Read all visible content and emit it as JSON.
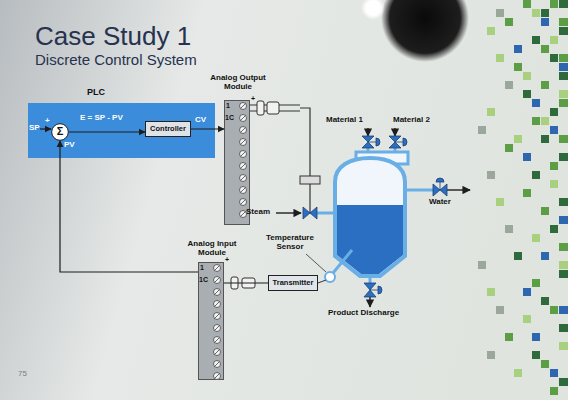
{
  "diagram": {
    "title": "Case Study 1",
    "nodes": [
      {
        "text": [
          "PLC"
        ]
      },
      {
        "text": [
          "Σ"
        ],
        "in": 0
      },
      {
        "text": [
          "Controller"
        ],
        "in": 0
      },
      {
        "text": [
          "Analog Output Module"
        ]
      },
      {
        "text": [
          "Analog Input Module"
        ]
      },
      {
        "text": [
          "Transmitter"
        ]
      }
    ],
    "edges": [
      {
        "from": 1,
        "to": 2,
        "label": "E = SP - PV",
        "arrow": "to"
      },
      {
        "from": 2,
        "to": 3,
        "label": "CV",
        "arrow": "to"
      },
      {
        "from": 5,
        "to": 4,
        "arrow": "none"
      },
      {
        "from": 4,
        "to": 1,
        "label": "PV",
        "arrow": "to"
      }
    ],
    "labels": [
      "Discrete Control System",
      "SP",
      "+",
      "Material 1",
      "Material 2",
      "1",
      "+",
      "1C",
      "Water",
      "Steam",
      "Temperature Sensor",
      "1",
      "+",
      "1C",
      "Product Discharge",
      "75"
    ]
  }
}
